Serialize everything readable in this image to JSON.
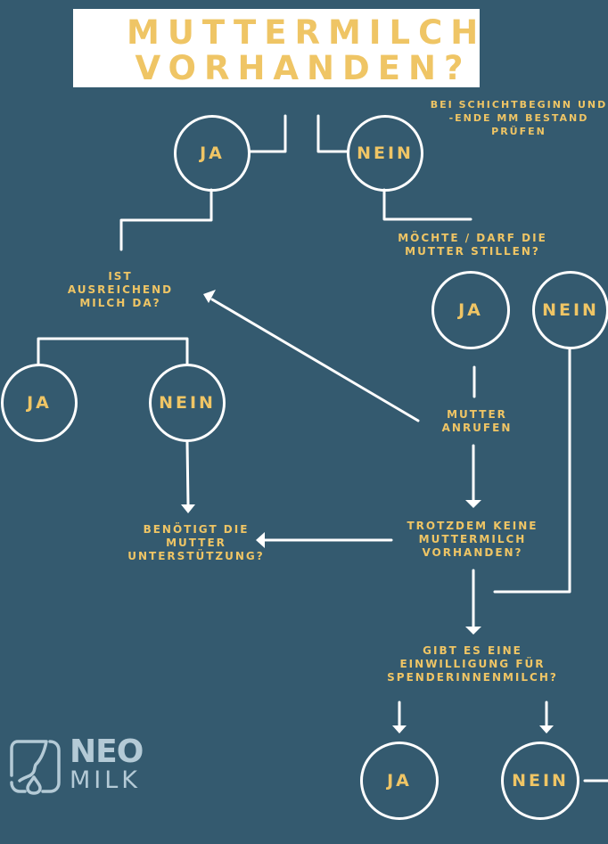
{
  "title": {
    "line1": "MUTTERMILCH",
    "line2": "VORHANDEN?"
  },
  "colors": {
    "background": "#345a6f",
    "accent": "#efc565",
    "line": "#ffffff",
    "logo": "#b4cad6"
  },
  "nodes": {
    "top_ja": "JA",
    "top_nein": "NEIN",
    "check_note": "BEI SCHICHTBEGINN UND\n-ENDE MM BESTAND\nPRÜFEN",
    "stillen_question": "MÖCHTE / DARF DIE\nMUTTER STILLEN?",
    "stillen_ja": "JA",
    "stillen_nein": "NEIN",
    "ausreichend_question": "IST\nAUSREICHEND\nMILCH DA?",
    "ausreichend_ja": "JA",
    "ausreichend_nein": "NEIN",
    "mutter_anrufen": "MUTTER\nANRUFEN",
    "unterstuetzung_question": "BENÖTIGT DIE\nMUTTER\nUNTERSTÜTZUNG?",
    "trotzdem_question": "TROTZDEM KEINE\nMUTTERMILCH\nVORHANDEN?",
    "einwilligung_question": "GIBT ES EINE\nEINWILLIGUNG FÜR\nSPENDERINNENMILCH?",
    "einwilligung_ja": "JA",
    "einwilligung_nein": "NEIN"
  },
  "logo": {
    "name_top": "NEO",
    "name_bottom": "MILK",
    "icon": "breast-milk-drop-icon"
  }
}
